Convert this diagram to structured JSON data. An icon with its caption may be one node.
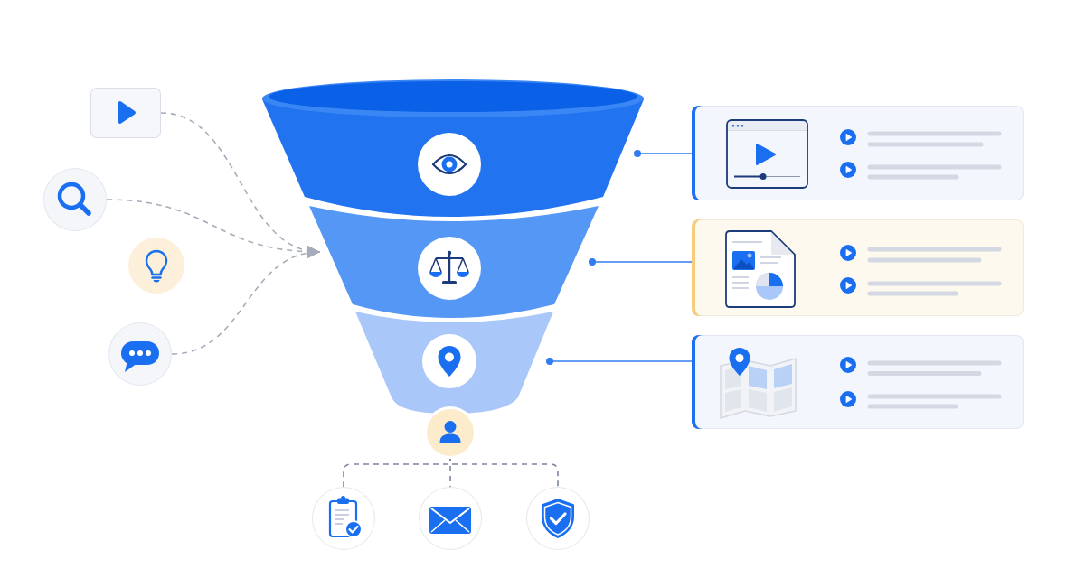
{
  "diagram": {
    "nodes": [
      {
        "text": [],
        "shape": "box"
      },
      {
        "text": [],
        "shape": "circle"
      },
      {
        "text": [],
        "shape": "circle"
      },
      {
        "text": [],
        "shape": "circle"
      },
      {
        "text": [],
        "shape": "band"
      },
      {
        "text": [],
        "shape": "circle",
        "in": 4
      },
      {
        "text": [],
        "shape": "band"
      },
      {
        "text": [],
        "shape": "circle",
        "in": 6
      },
      {
        "text": [],
        "shape": "band"
      },
      {
        "text": [],
        "shape": "circle",
        "in": 8
      },
      {
        "text": [],
        "shape": "box"
      },
      {
        "text": [],
        "shape": "box"
      },
      {
        "text": [],
        "shape": "box"
      },
      {
        "text": [],
        "shape": "circle"
      },
      {
        "text": [],
        "shape": "circle"
      },
      {
        "text": [],
        "shape": "circle"
      },
      {
        "text": [],
        "shape": "circle"
      }
    ],
    "edges": [
      {
        "from": 0,
        "to": 6,
        "arrow": "to",
        "style": "dashed"
      },
      {
        "from": 1,
        "to": 6,
        "arrow": "to",
        "style": "dashed"
      },
      {
        "from": 3,
        "to": 6,
        "arrow": "to",
        "style": "dashed"
      },
      {
        "from": 4,
        "to": 10,
        "arrow": "other",
        "color": "#2f7cf0"
      },
      {
        "from": 6,
        "to": 11,
        "arrow": "other",
        "color": "#2f7cf0"
      },
      {
        "from": 8,
        "to": 12,
        "arrow": "other",
        "color": "#2f7cf0"
      },
      {
        "from": 13,
        "to": 14,
        "arrow": "none",
        "style": "dashed",
        "color": "#7d84a3"
      },
      {
        "from": 13,
        "to": 15,
        "arrow": "none",
        "style": "dashed",
        "color": "#7d84a3"
      },
      {
        "from": 13,
        "to": 16,
        "arrow": "none",
        "style": "dashed",
        "color": "#7d84a3"
      }
    ]
  }
}
